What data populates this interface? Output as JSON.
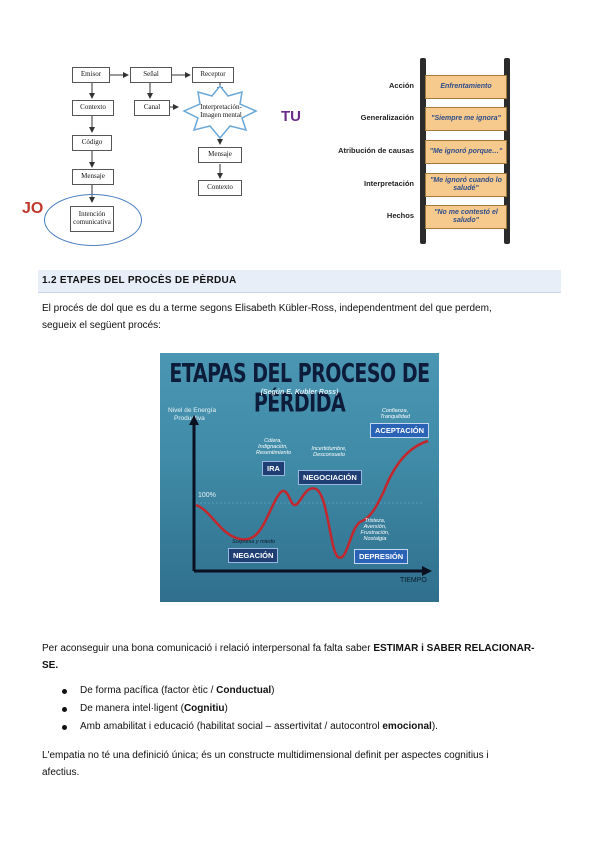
{
  "flowchart": {
    "emisor": "Emisor",
    "senal": "Señal",
    "receptor": "Receptor",
    "contexto1": "Contexto",
    "canal": "Canal",
    "interpretacion": "Interpretación-Imagen mental",
    "codigo": "Código",
    "mensaje2": "Mensaje",
    "mensaje1": "Mensaje",
    "contexto2": "Contexto",
    "intencion": "Intención comunicativa"
  },
  "jo_label": "JO",
  "tu_label": "TU",
  "ladder": {
    "rows": [
      {
        "label": "Acción",
        "text": "Enfrentamiento"
      },
      {
        "label": "Generalización",
        "text": "\"Siempre me ignora\""
      },
      {
        "label": "Atribución de causas",
        "text": "\"Me ignoró porque…\""
      },
      {
        "label": "Interpretación",
        "text": "\"Me ignoró cuando lo saludé\""
      },
      {
        "label": "Hechos",
        "text": "\"No me contestó el saludo\""
      }
    ]
  },
  "section_title": "1.2 ETAPES DEL PROCÈS DE PÈRDUA",
  "intro_line1": "El procés de dol que es du a terme segons Elisabeth Kübler-Ross, independentment del que perdem,",
  "intro_line2": "segueix el següent procés:",
  "poster": {
    "title": "ETAPAS DEL PROCESO DE PÉRDIDA",
    "subtitle": "(Según E. Kubler Ross)",
    "ylabel_line1": "Nivel de Energía",
    "ylabel_line2": "Productiva",
    "hundred": "100%",
    "xlabel": "TIEMPO",
    "stages": {
      "negacion": "NEGACIÓN",
      "negacion_note": "Sorpresa y miedo",
      "ira": "IRA",
      "ira_note1": "Cólera,",
      "ira_note2": "Indignación,",
      "ira_note3": "Resentimiento",
      "negociacion": "NEGOCIACIÓN",
      "negociacion_note1": "Incertidumbre,",
      "negociacion_note2": "Desconsuelo",
      "depresion": "DEPRESIÓN",
      "depresion_note1": "Tristeza,",
      "depresion_note2": "Aversión,",
      "depresion_note3": "Frustración,",
      "depresion_note4": "Nostalgia",
      "aceptacion": "ACEPTACIÓN",
      "aceptacion_note1": "Confianza,",
      "aceptacion_note2": "Tranquilidad"
    }
  },
  "comm_line1_a": "Per aconseguir una bona comunicació i relació interpersonal fa falta saber ",
  "comm_line1_b": "ESTIMAR i SABER RELACIONAR-",
  "comm_line2": "SE.",
  "bullets": [
    {
      "pre": "De forma pacífica (factor ètic / ",
      "bold": "Conductual",
      "post": ")"
    },
    {
      "pre": "De manera intel·ligent (",
      "bold": "Cognitiu",
      "post": ")"
    },
    {
      "pre": "Amb amabilitat i educació (habilitat social – assertivitat / autocontrol ",
      "bold": "emocional",
      "post": ")."
    }
  ],
  "empatia_line1": "L'empatia no té una definició única; és un constructe multidimensional definit per aspectes cognitius i",
  "empatia_line2": "afectius."
}
